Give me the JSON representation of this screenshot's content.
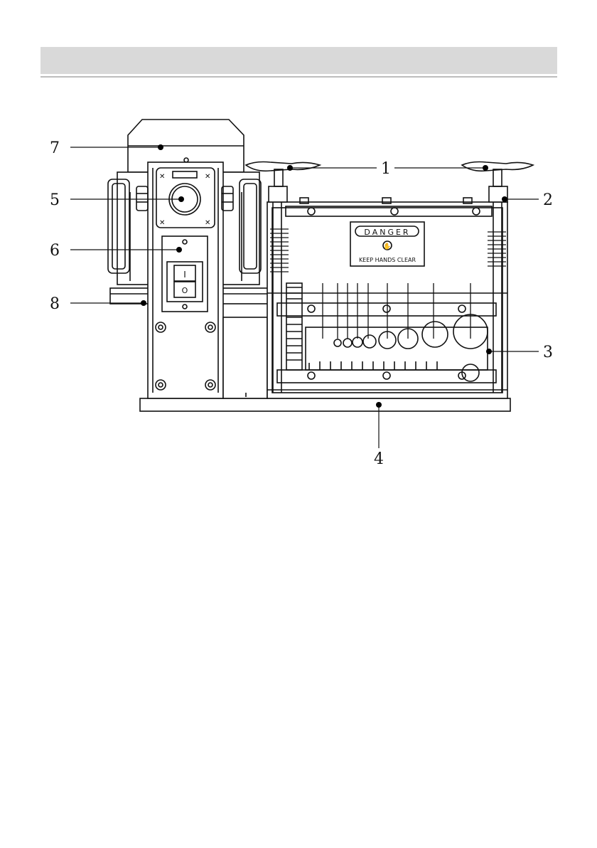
{
  "header": {
    "color": "#d9d9d9"
  },
  "sign": {
    "title": "DANGER",
    "subtitle": "KEEP HANDS CLEAR"
  },
  "switch": {
    "on_symbol": "I",
    "off_symbol": "O"
  },
  "callouts": [
    {
      "id": "1",
      "label": "1"
    },
    {
      "id": "2",
      "label": "2"
    },
    {
      "id": "3",
      "label": "3"
    },
    {
      "id": "4",
      "label": "4"
    },
    {
      "id": "5",
      "label": "5"
    },
    {
      "id": "6",
      "label": "6"
    },
    {
      "id": "7",
      "label": "7"
    },
    {
      "id": "8",
      "label": "8"
    }
  ],
  "icons": {
    "sign_symbol": "no-hands-icon",
    "screw": "screw-icon"
  }
}
